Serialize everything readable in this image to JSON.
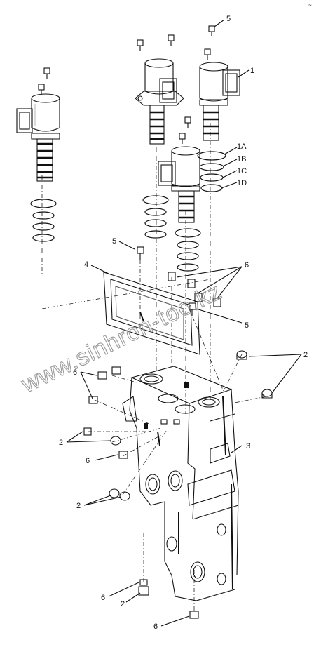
{
  "watermark": "www.sinhron-too.kz",
  "corner_mark": "~",
  "callouts": {
    "c1": "1",
    "c1A": "1A",
    "c1B": "1B",
    "c1C": "1C",
    "c1D": "1D",
    "c2": "2",
    "c3": "3",
    "c4": "4",
    "c5": "5",
    "c6": "6"
  }
}
